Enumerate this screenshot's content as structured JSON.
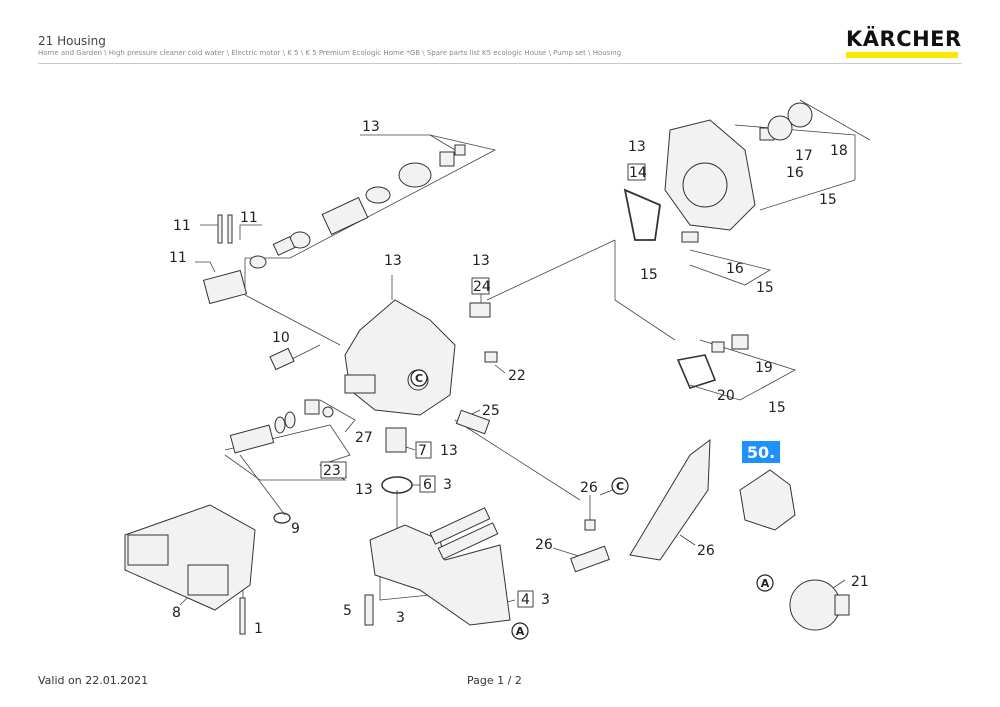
{
  "header": {
    "title": "21 Housing",
    "breadcrumb": "Home and Garden \\ High pressure cleaner cold water \\ Electric motor \\ K 5 \\ K 5 Premium Ecologic Home *GB \\ Spare parts list K5 ecologic House \\ Pump set \\ Housing"
  },
  "logo": {
    "text": "KÄRCHER",
    "accent_color": "#ffe600"
  },
  "footer": {
    "valid": "Valid on 22.01.2021",
    "page": "Page 1 / 2"
  },
  "diagram": {
    "badge": {
      "text": "50.",
      "color": "#1e90ff"
    },
    "labels": {
      "l1": "1",
      "l3a": "3",
      "l3b": "3",
      "l3c": "3",
      "l4": "4",
      "l5": "5",
      "l6": "6",
      "l7": "7",
      "l8": "8",
      "l9": "9",
      "l10": "10",
      "l11a": "11",
      "l11b": "11",
      "l11c": "11",
      "l13a": "13",
      "l13b": "13",
      "l13c": "13",
      "l13d": "13",
      "l13e": "13",
      "l13f": "13",
      "l14": "14",
      "l15a": "15",
      "l15b": "15",
      "l15c": "15",
      "l15d": "15",
      "l16a": "16",
      "l16b": "16",
      "l17": "17",
      "l18": "18",
      "l19": "19",
      "l20": "20",
      "l21": "21",
      "l22": "22",
      "l23": "23",
      "l24": "24",
      "l25": "25",
      "l26a": "26",
      "l26b": "26",
      "l26c": "26",
      "l27": "27"
    },
    "circles": {
      "ca1": "A",
      "ca2": "A",
      "cc1": "C",
      "cc2": "C"
    }
  }
}
